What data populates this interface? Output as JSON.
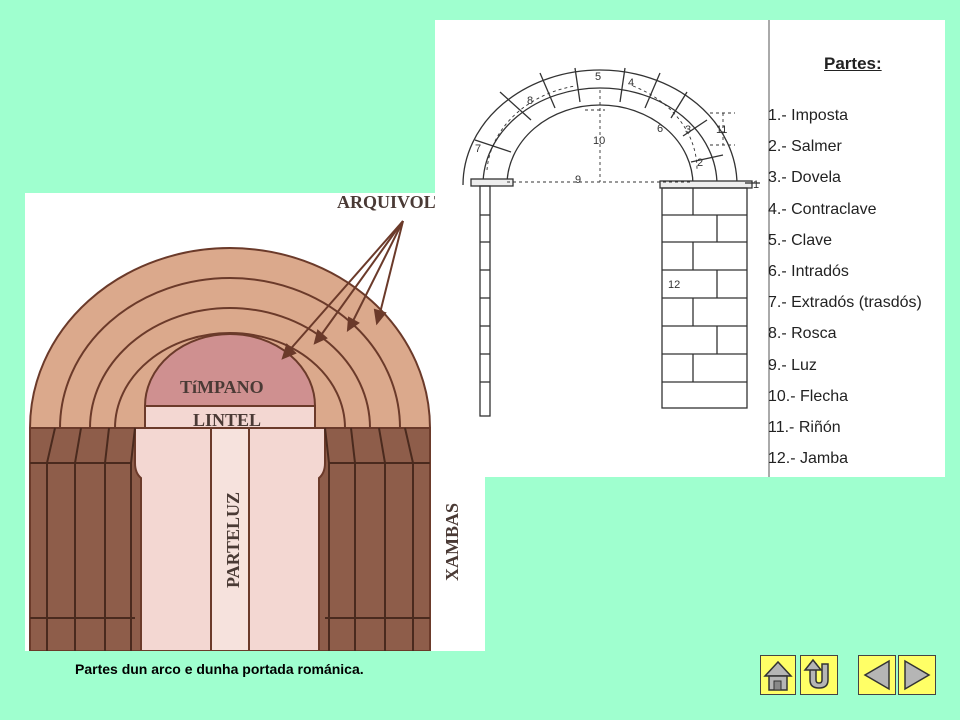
{
  "portal": {
    "labels": {
      "arquivoltas": "ARQUIVOLTAS",
      "timpano": "TíMPANO",
      "lintel": "LINTEL",
      "parteluz": "PARTELUZ",
      "xambas": "XAMBAS"
    }
  },
  "arch": {
    "numbers": [
      "1",
      "2",
      "3",
      "4",
      "5",
      "6",
      "7",
      "8",
      "9",
      "10",
      "11",
      "12"
    ],
    "parts_title": "Partes:",
    "parts": [
      "1.- Imposta",
      "2.- Salmer",
      "3.- Dovela",
      "4.- Contraclave",
      "5.- Clave",
      "6.- Intradós",
      "7.- Extradós (trasdós)",
      "8.- Rosca",
      "9.- Luz",
      "10.- Flecha",
      "11.- Riñón",
      "12.- Jamba"
    ]
  },
  "caption": "Partes dun arco e  dunha portada románica.",
  "nav": {
    "home": "home-icon",
    "back": "return-icon",
    "prev": "triangle-left-icon",
    "next": "triangle-right-icon"
  },
  "colors": {
    "background": "#9fffcf",
    "arch_light": "#dba98c",
    "arch_dark": "#8e5d4a",
    "tympanum": "#cf9090",
    "doorway": "#f3d7d2",
    "nav_button": "#ffff66"
  }
}
